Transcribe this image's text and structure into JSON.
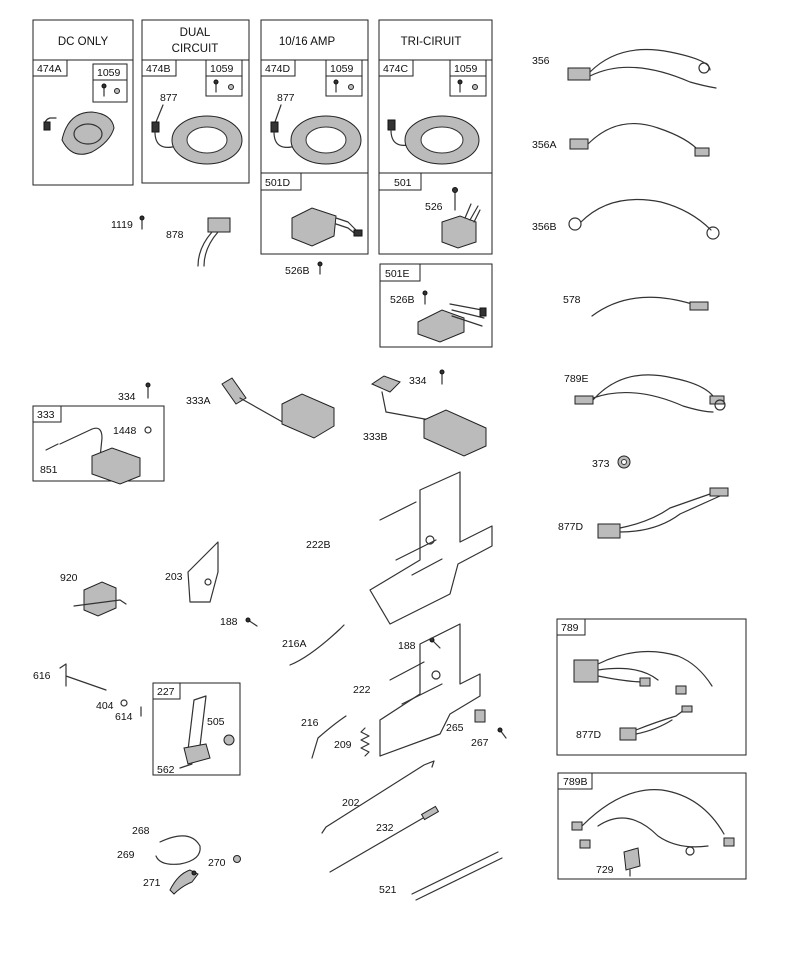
{
  "headers": {
    "dc_only": "DC ONLY",
    "dual_circuit_1": "DUAL",
    "dual_circuit_2": "CIRCUIT",
    "amp_10_16": "10/16 AMP",
    "tri_ciruit": "TRI-CIRUIT"
  },
  "labels": {
    "p474A": "474A",
    "p474B": "474B",
    "p474D": "474D",
    "p474C": "474C",
    "p1059": "1059",
    "p877": "877",
    "p501D": "501D",
    "p501": "501",
    "p501E": "501E",
    "p526": "526",
    "p526B": "526B",
    "p1119": "1119",
    "p878": "878",
    "p356": "356",
    "p356A": "356A",
    "p356B": "356B",
    "p578": "578",
    "p789E": "789E",
    "p373": "373",
    "p877D": "877D",
    "p334": "334",
    "p333": "333",
    "p333A": "333A",
    "p333B": "333B",
    "p1448": "1448",
    "p851": "851",
    "p222B": "222B",
    "p222": "222",
    "p920": "920",
    "p203": "203",
    "p188": "188",
    "p216A": "216A",
    "p216": "216",
    "p209": "209",
    "p616": "616",
    "p404": "404",
    "p614": "614",
    "p227": "227",
    "p505": "505",
    "p562": "562",
    "p265": "265",
    "p267": "267",
    "p789": "789",
    "p789B": "789B",
    "p729": "729",
    "p202": "202",
    "p232": "232",
    "p521": "521",
    "p268": "268",
    "p269": "269",
    "p270": "270",
    "p271": "271"
  }
}
